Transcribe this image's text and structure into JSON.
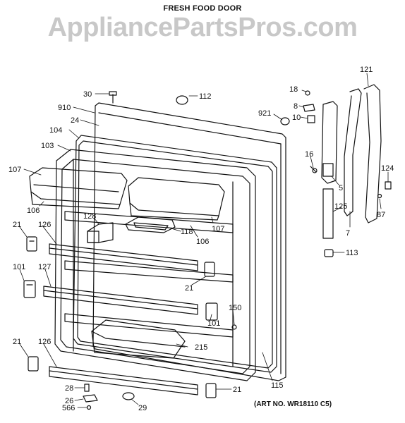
{
  "header": {
    "title": "FRESH FOOD DOOR",
    "watermark": "AppliancePartsPros.com"
  },
  "art_number": "(ART NO. WR18110 C5)",
  "callouts": [
    {
      "id": "c-30",
      "text": "30"
    },
    {
      "id": "c-112",
      "text": "112"
    },
    {
      "id": "c-910",
      "text": "910"
    },
    {
      "id": "c-24",
      "text": "24"
    },
    {
      "id": "c-104",
      "text": "104"
    },
    {
      "id": "c-103",
      "text": "103"
    },
    {
      "id": "c-107a",
      "text": "107"
    },
    {
      "id": "c-106a",
      "text": "106"
    },
    {
      "id": "c-128",
      "text": "128"
    },
    {
      "id": "c-118",
      "text": "118"
    },
    {
      "id": "c-106b",
      "text": "106"
    },
    {
      "id": "c-107b",
      "text": "107"
    },
    {
      "id": "c-21a",
      "text": "21"
    },
    {
      "id": "c-126a",
      "text": "126"
    },
    {
      "id": "c-101a",
      "text": "101"
    },
    {
      "id": "c-127",
      "text": "127"
    },
    {
      "id": "c-21b",
      "text": "21"
    },
    {
      "id": "c-150",
      "text": "150"
    },
    {
      "id": "c-101b",
      "text": "101"
    },
    {
      "id": "c-215",
      "text": "215"
    },
    {
      "id": "c-21c",
      "text": "21"
    },
    {
      "id": "c-126b",
      "text": "126"
    },
    {
      "id": "c-115",
      "text": "115"
    },
    {
      "id": "c-28",
      "text": "28"
    },
    {
      "id": "c-26",
      "text": "26"
    },
    {
      "id": "c-566",
      "text": "566"
    },
    {
      "id": "c-29",
      "text": "29"
    },
    {
      "id": "c-21d",
      "text": "21"
    },
    {
      "id": "c-18",
      "text": "18"
    },
    {
      "id": "c-8",
      "text": "8"
    },
    {
      "id": "c-921",
      "text": "921"
    },
    {
      "id": "c-10",
      "text": "10"
    },
    {
      "id": "c-16",
      "text": "16"
    },
    {
      "id": "c-5",
      "text": "5"
    },
    {
      "id": "c-125",
      "text": "125"
    },
    {
      "id": "c-113",
      "text": "113"
    },
    {
      "id": "c-7",
      "text": "7"
    },
    {
      "id": "c-121",
      "text": "121"
    },
    {
      "id": "c-124",
      "text": "124"
    },
    {
      "id": "c-87",
      "text": "87"
    }
  ]
}
